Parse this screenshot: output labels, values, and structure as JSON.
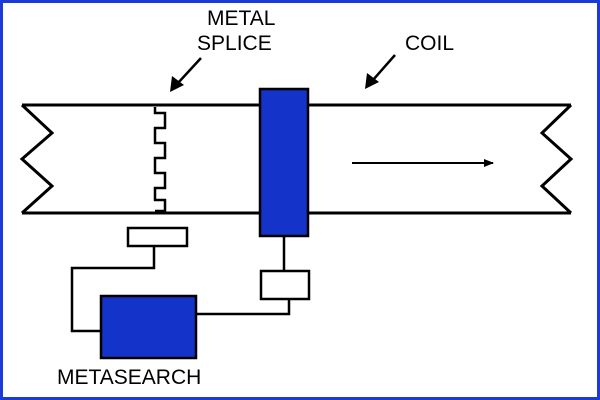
{
  "labels": {
    "metal_line1": "METAL",
    "metal_line2": "SPLICE",
    "coil": "COIL",
    "metasearch": "METASEARCH"
  },
  "colors": {
    "frame": "#1a3bd6",
    "component_fill": "#1433c8",
    "stroke": "#000000",
    "background": "#ffffff"
  },
  "icons": {
    "splice_arrow": "diagonal-pointer-arrow",
    "coil_arrow": "diagonal-pointer-arrow",
    "direction": "right-arrow"
  }
}
